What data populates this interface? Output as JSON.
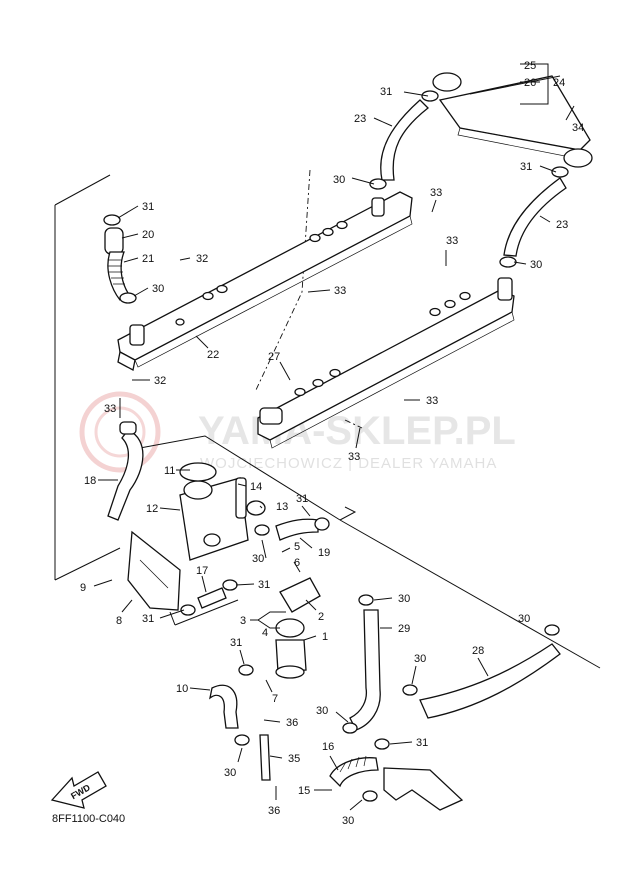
{
  "watermark": {
    "main": "YAMA-SKLEP.PL",
    "sub": "WOJCIECHOWICZ | DEALER YAMAHA"
  },
  "diagram_code": "8FF1100-C040",
  "fwd_label": "FWD",
  "callouts": [
    {
      "id": "c25",
      "label": "25"
    },
    {
      "id": "c26",
      "label": "26"
    },
    {
      "id": "c24",
      "label": "24"
    },
    {
      "id": "c31a",
      "label": "31"
    },
    {
      "id": "c34",
      "label": "34"
    },
    {
      "id": "c23a",
      "label": "23"
    },
    {
      "id": "c31b",
      "label": "31"
    },
    {
      "id": "c30a",
      "label": "30"
    },
    {
      "id": "c33a",
      "label": "33"
    },
    {
      "id": "c23b",
      "label": "23"
    },
    {
      "id": "c31c",
      "label": "31"
    },
    {
      "id": "c20",
      "label": "20"
    },
    {
      "id": "c21",
      "label": "21"
    },
    {
      "id": "c32a",
      "label": "32"
    },
    {
      "id": "c33b",
      "label": "33"
    },
    {
      "id": "c30b",
      "label": "30"
    },
    {
      "id": "c30c",
      "label": "30"
    },
    {
      "id": "c33c",
      "label": "33"
    },
    {
      "id": "c22",
      "label": "22"
    },
    {
      "id": "c27",
      "label": "27"
    },
    {
      "id": "c32b",
      "label": "32"
    },
    {
      "id": "c33d",
      "label": "33"
    },
    {
      "id": "c33e",
      "label": "33"
    },
    {
      "id": "c33f",
      "label": "33"
    },
    {
      "id": "c11",
      "label": "11"
    },
    {
      "id": "c14",
      "label": "14"
    },
    {
      "id": "c18",
      "label": "18"
    },
    {
      "id": "c12",
      "label": "12"
    },
    {
      "id": "c13",
      "label": "13"
    },
    {
      "id": "c31d",
      "label": "31"
    },
    {
      "id": "c19",
      "label": "19"
    },
    {
      "id": "c5",
      "label": "5"
    },
    {
      "id": "c30d",
      "label": "30"
    },
    {
      "id": "c6",
      "label": "6"
    },
    {
      "id": "c17",
      "label": "17"
    },
    {
      "id": "c31e",
      "label": "31"
    },
    {
      "id": "c9",
      "label": "9"
    },
    {
      "id": "c30e",
      "label": "30"
    },
    {
      "id": "c2",
      "label": "2"
    },
    {
      "id": "c8",
      "label": "8"
    },
    {
      "id": "c31f",
      "label": "31"
    },
    {
      "id": "c3",
      "label": "3"
    },
    {
      "id": "c4",
      "label": "4"
    },
    {
      "id": "c29",
      "label": "29"
    },
    {
      "id": "c30f",
      "label": "30"
    },
    {
      "id": "c1",
      "label": "1"
    },
    {
      "id": "c31g",
      "label": "31"
    },
    {
      "id": "c28",
      "label": "28"
    },
    {
      "id": "c30g",
      "label": "30"
    },
    {
      "id": "c10",
      "label": "10"
    },
    {
      "id": "c7",
      "label": "7"
    },
    {
      "id": "c30h",
      "label": "30"
    },
    {
      "id": "c36a",
      "label": "36"
    },
    {
      "id": "c35",
      "label": "35"
    },
    {
      "id": "c16",
      "label": "16"
    },
    {
      "id": "c31h",
      "label": "31"
    },
    {
      "id": "c30i",
      "label": "30"
    },
    {
      "id": "c15",
      "label": "15"
    },
    {
      "id": "c36b",
      "label": "36"
    },
    {
      "id": "c30j",
      "label": "30"
    }
  ]
}
